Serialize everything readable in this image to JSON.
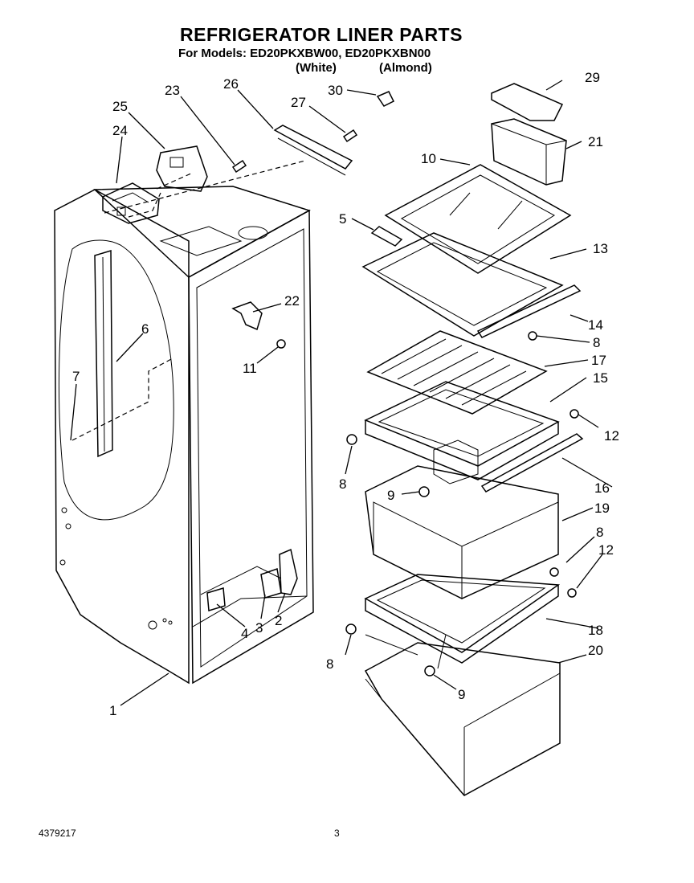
{
  "header": {
    "title": "REFRIGERATOR LINER PARTS",
    "models_line": "For Models: ED20PKXBW00, ED20PKXBN00",
    "color_white": "(White)",
    "color_almond": "(Almond)"
  },
  "footer": {
    "doc_number": "4379217",
    "page_number": "3"
  },
  "callouts": {
    "c1": "1",
    "c2": "2",
    "c3": "3",
    "c4": "4",
    "c5": "5",
    "c6": "6",
    "c7": "7",
    "c8a": "8",
    "c8b": "8",
    "c8c": "8",
    "c8d": "8",
    "c9a": "9",
    "c9b": "9",
    "c10": "10",
    "c11": "11",
    "c12a": "12",
    "c12b": "12",
    "c13": "13",
    "c14": "14",
    "c15": "15",
    "c16": "16",
    "c17": "17",
    "c18": "18",
    "c19": "19",
    "c20": "20",
    "c21": "21",
    "c22": "22",
    "c23": "23",
    "c24": "24",
    "c25": "25",
    "c26": "26",
    "c27": "27",
    "c29": "29",
    "c30": "30"
  }
}
